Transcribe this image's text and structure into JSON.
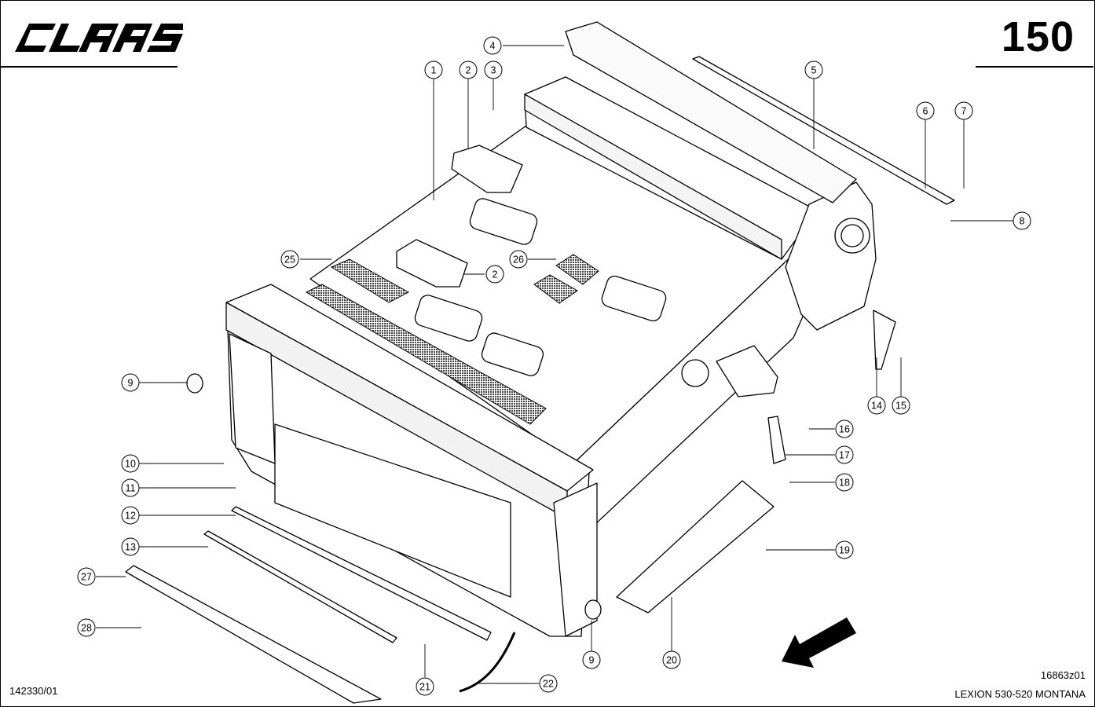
{
  "header": {
    "brand": "CLAAS",
    "page_number": "150"
  },
  "footer": {
    "doc_id": "142330/01",
    "drawing_id": "16863z01",
    "model": "LEXION 530-520 MONTANA"
  },
  "callouts": [
    "1",
    "2",
    "3",
    "4",
    "5",
    "6",
    "7",
    "8",
    "9",
    "10",
    "11",
    "12",
    "13",
    "14",
    "15",
    "16",
    "17",
    "18",
    "19",
    "20",
    "21",
    "22",
    "25",
    "26",
    "27",
    "28"
  ],
  "direction_indicator": "arrow-down-left-icon",
  "colors": {
    "line": "#000000",
    "mesh": "#6a6a6a",
    "paper": "#ffffff"
  }
}
